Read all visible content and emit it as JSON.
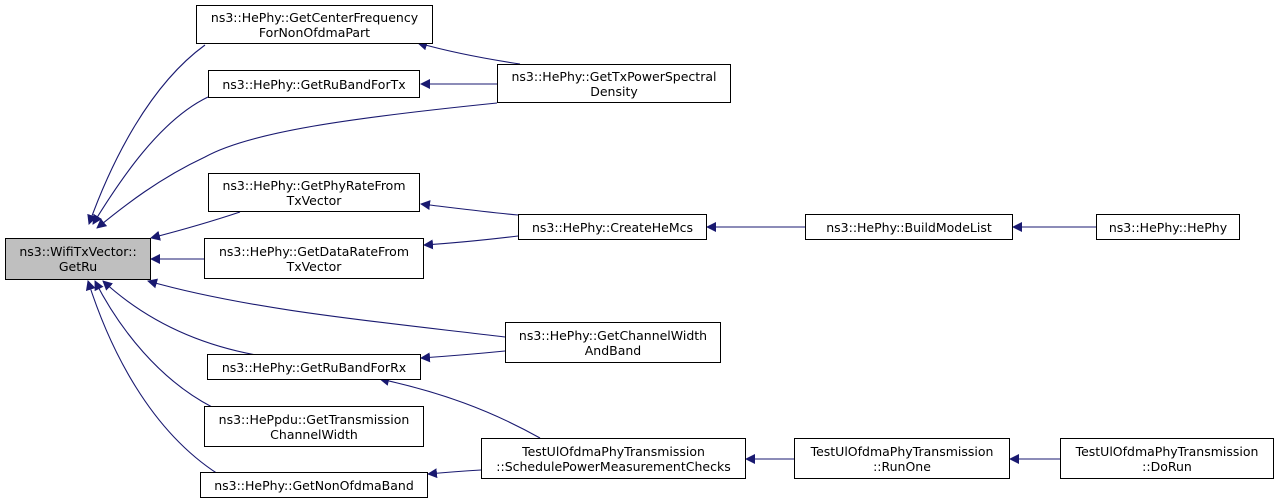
{
  "colors": {
    "edge": "#191970",
    "root_fill": "#bfbfbf",
    "node_fill": "#ffffff",
    "border": "#000000"
  },
  "nodes": {
    "root": {
      "lines": [
        "ns3::WifiTxVector::",
        "GetRu"
      ]
    },
    "get_center_frequency": {
      "lines": [
        "ns3::HePhy::GetCenterFrequency",
        "ForNonOfdmaPart"
      ]
    },
    "get_ru_band_for_tx": {
      "lines": [
        "ns3::HePhy::GetRuBandForTx"
      ]
    },
    "get_tx_power_spectral": {
      "lines": [
        "ns3::HePhy::GetTxPowerSpectral",
        "Density"
      ]
    },
    "get_phy_rate": {
      "lines": [
        "ns3::HePhy::GetPhyRateFrom",
        "TxVector"
      ]
    },
    "get_data_rate": {
      "lines": [
        "ns3::HePhy::GetDataRateFrom",
        "TxVector"
      ]
    },
    "create_he_mcs": {
      "lines": [
        "ns3::HePhy::CreateHeMcs"
      ]
    },
    "build_mode_list": {
      "lines": [
        "ns3::HePhy::BuildModeList"
      ]
    },
    "he_phy": {
      "lines": [
        "ns3::HePhy::HePhy"
      ]
    },
    "get_channel_width": {
      "lines": [
        "ns3::HePhy::GetChannelWidth",
        "AndBand"
      ]
    },
    "get_ru_band_for_rx": {
      "lines": [
        "ns3::HePhy::GetRuBandForRx"
      ]
    },
    "get_transmission_cw": {
      "lines": [
        "ns3::HePpdu::GetTransmission",
        "ChannelWidth"
      ]
    },
    "get_non_ofdma_band": {
      "lines": [
        "ns3::HePhy::GetNonOfdmaBand"
      ]
    },
    "schedule_power": {
      "lines": [
        "TestUlOfdmaPhyTransmission",
        "::SchedulePowerMeasurementChecks"
      ]
    },
    "run_one": {
      "lines": [
        "TestUlOfdmaPhyTransmission",
        "::RunOne"
      ]
    },
    "do_run": {
      "lines": [
        "TestUlOfdmaPhyTransmission",
        "::DoRun"
      ]
    }
  }
}
